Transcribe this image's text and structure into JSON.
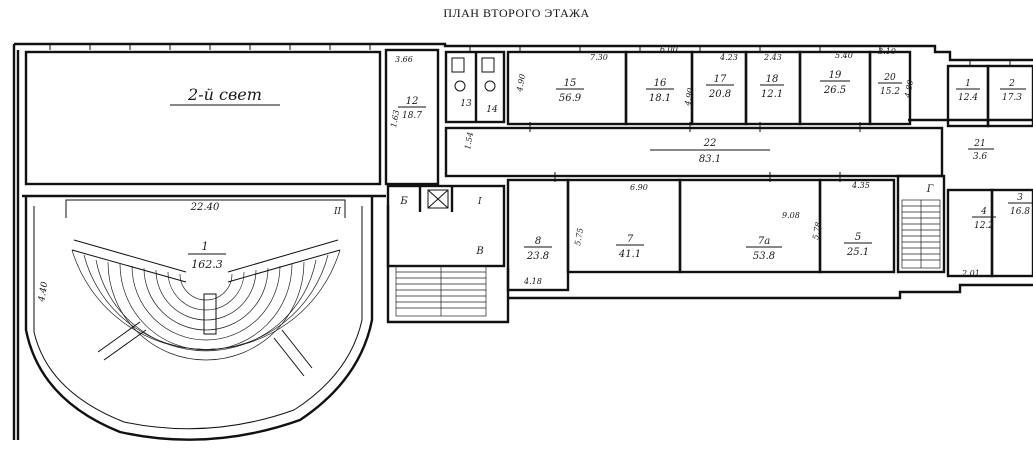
{
  "title": "ПЛАН ВТОРОГО ЭТАЖА",
  "rooms": [
    {
      "id": "r-light",
      "number": "2-й свет",
      "area": ""
    },
    {
      "id": "r1",
      "number": "1",
      "area": "162.3"
    },
    {
      "id": "r12",
      "number": "12",
      "area": "18.7"
    },
    {
      "id": "r13",
      "number": "13",
      "area": ""
    },
    {
      "id": "r14",
      "number": "14",
      "area": ""
    },
    {
      "id": "r15",
      "number": "15",
      "area": "56.9"
    },
    {
      "id": "r16",
      "number": "16",
      "area": "18.1"
    },
    {
      "id": "r17",
      "number": "17",
      "area": "20.8"
    },
    {
      "id": "r18",
      "number": "18",
      "area": "12.1"
    },
    {
      "id": "r19",
      "number": "19",
      "area": "26.5"
    },
    {
      "id": "r20",
      "number": "20",
      "area": "15.2"
    },
    {
      "id": "r22",
      "number": "22",
      "area": "83.1"
    },
    {
      "id": "r8",
      "number": "8",
      "area": "23.8"
    },
    {
      "id": "r7",
      "number": "7",
      "area": "41.1"
    },
    {
      "id": "r7a",
      "number": "7а",
      "area": "53.8"
    },
    {
      "id": "r5",
      "number": "5",
      "area": "25.1"
    },
    {
      "id": "r21",
      "number": "21",
      "area": "3.6"
    },
    {
      "id": "r1r",
      "number": "1",
      "area": "12.4"
    },
    {
      "id": "r2r",
      "number": "2",
      "area": "17.3"
    },
    {
      "id": "r3r",
      "number": "3",
      "area": "16.8"
    },
    {
      "id": "r4r",
      "number": "4",
      "area": "12.2"
    }
  ],
  "labels": {
    "stair_b": "Б",
    "stair_v": "В",
    "stair_g": "Г",
    "mark_i": "I",
    "mark_ii": "II"
  },
  "dimensions": [
    "22.40",
    "3.66",
    "7.30",
    "6.00",
    "4.23",
    "2.43",
    "5.40",
    "3.10",
    "4.90",
    "4.90",
    "4.80",
    "1.63",
    "6.90",
    "9.08",
    "4.35",
    "4.18",
    "5.75",
    "5.78",
    "4.40",
    "1.54",
    "2.01"
  ]
}
